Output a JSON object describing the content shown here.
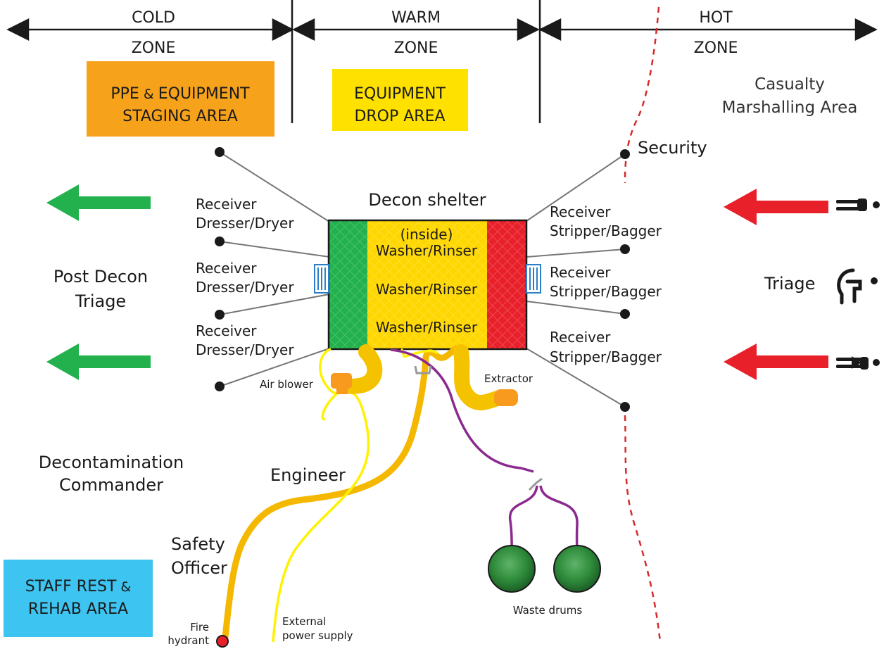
{
  "zones": {
    "cold": {
      "line1": "COLD",
      "line2": "ZONE"
    },
    "warm": {
      "line1": "WARM",
      "line2": "ZONE"
    },
    "hot": {
      "line1": "HOT",
      "line2": "ZONE"
    }
  },
  "areas": {
    "ppe": {
      "line1a": "PPE",
      "line1b": " & ",
      "line1c": "EQUIPMENT",
      "line2": "STAGING AREA"
    },
    "drop": {
      "line1": "EQUIPMENT",
      "line2": "DROP AREA"
    },
    "staff": {
      "line1a": "STAFF REST",
      "line1b": " &",
      "line2": "REHAB AREA"
    },
    "casualty": {
      "line1": "Casualty",
      "line2": "Marshalling Area"
    }
  },
  "shelter": {
    "title": "Decon shelter",
    "inside": "(inside)",
    "stations": [
      "Washer/Rinser",
      "Washer/Rinser",
      "Washer/Rinser"
    ]
  },
  "roles": {
    "left": [
      {
        "line1": "Receiver",
        "line2": "Dresser/Dryer"
      },
      {
        "line1": "Receiver",
        "line2": "Dresser/Dryer"
      },
      {
        "line1": "Receiver",
        "line2": "Dresser/Dryer"
      }
    ],
    "right": [
      {
        "line1": "Receiver",
        "line2": "Stripper/Bagger"
      },
      {
        "line1": "Receiver",
        "line2": "Stripper/Bagger"
      },
      {
        "line1": "Receiver",
        "line2": "Stripper/Bagger"
      }
    ],
    "security": "Security",
    "post_triage": {
      "line1": "Post Decon",
      "line2": "Triage"
    },
    "triage": "Triage",
    "commander": {
      "line1": "Decontamination",
      "line2": "Commander"
    },
    "engineer": "Engineer",
    "safety": {
      "line1": "Safety",
      "line2": "Officer"
    }
  },
  "equipment": {
    "air_blower": "Air blower",
    "extractor": "Extractor",
    "waste_drums": "Waste drums",
    "fire_hydrant": {
      "line1": "Fire",
      "line2": "hydrant"
    },
    "power": {
      "line1": "External",
      "line2": "power supply"
    }
  },
  "colors": {
    "cold_zone": "#22b14c",
    "warm_zone": "#ffd700",
    "hot_zone": "#e8202a",
    "ppe_box": "#f7a21b",
    "staff_box": "#3ec4f0",
    "hose": "#f5b800",
    "power_cable": "#fff200",
    "waste_pipe": "#8b2a8f",
    "drum": "#2e8b3a"
  }
}
